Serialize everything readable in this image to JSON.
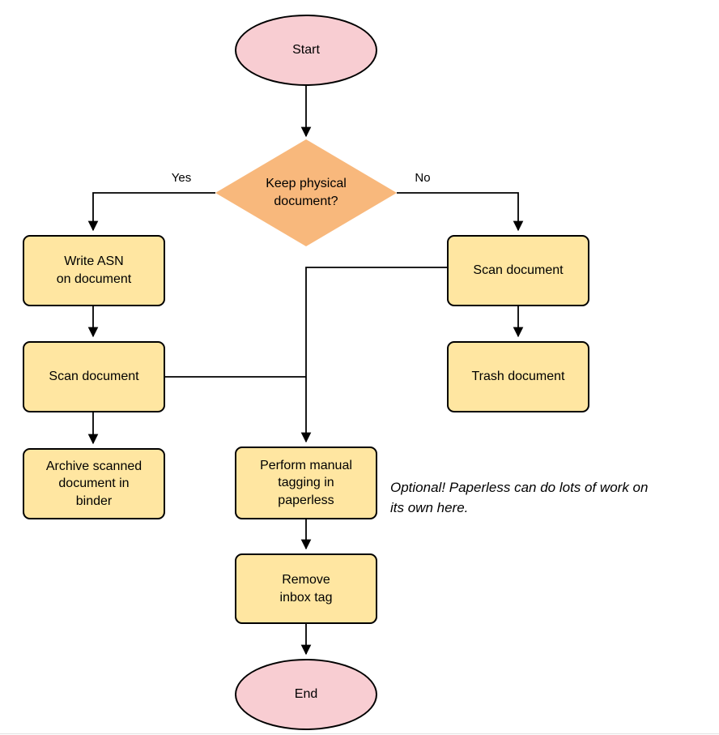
{
  "diagram": {
    "nodes": {
      "start": {
        "label": "Start"
      },
      "decision": {
        "label": "Keep physical\ndocument?"
      },
      "write_asn": {
        "label": "Write ASN\non document"
      },
      "scan_left": {
        "label": "Scan document"
      },
      "archive": {
        "label": "Archive scanned\ndocument in\nbinder"
      },
      "scan_right": {
        "label": "Scan document"
      },
      "trash": {
        "label": "Trash document"
      },
      "tagging": {
        "label": "Perform manual\ntagging in\npaperless"
      },
      "remove_inbox": {
        "label": "Remove\ninbox tag"
      },
      "end": {
        "label": "End"
      }
    },
    "edge_labels": {
      "yes": "Yes",
      "no": "No"
    },
    "annotation": "Optional! Paperless can do lots of work on\nits own here.",
    "colors": {
      "terminator_fill": "#f8cdd2",
      "decision_fill": "#f8b87c",
      "process_fill": "#ffe6a1",
      "stroke": "#000000"
    }
  }
}
